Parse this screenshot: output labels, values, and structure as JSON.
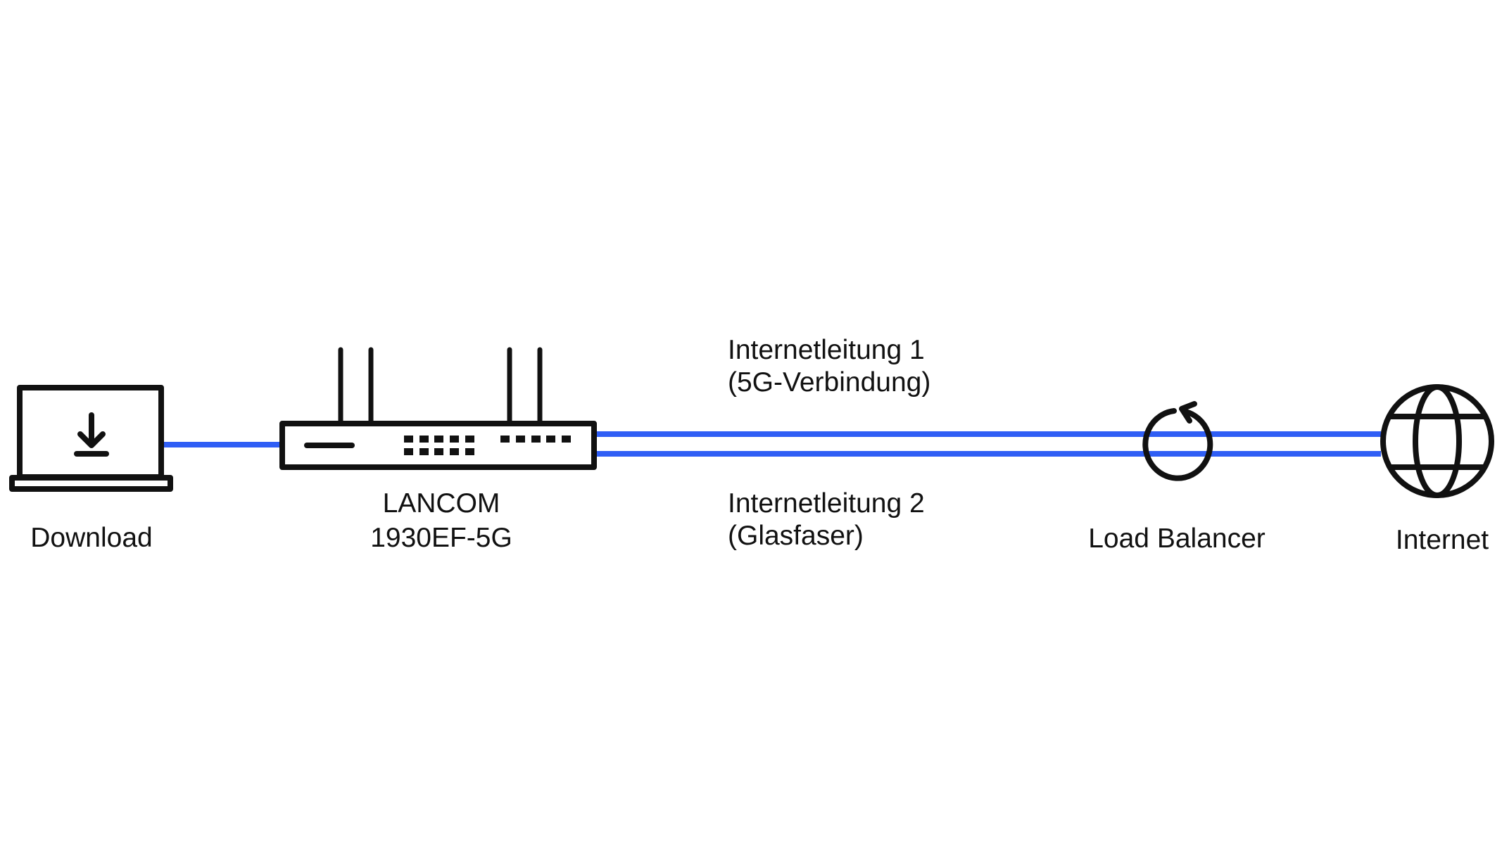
{
  "diagram": {
    "type": "network-topology",
    "link_color": "#2F5EF5",
    "icon_color": "#111111",
    "background": "#FFFFFF",
    "nodes": {
      "download": {
        "label": "Download",
        "icon": "laptop-download-icon"
      },
      "router": {
        "label_line1": "LANCOM",
        "label_line2": "1930EF-5G",
        "icon": "router-icon"
      },
      "load_balancer": {
        "label": "Load Balancer",
        "icon": "refresh-cycle-icon"
      },
      "internet": {
        "label": "Internet",
        "icon": "globe-icon"
      }
    },
    "links": [
      {
        "from": "download",
        "to": "router",
        "label_line1": "",
        "label_line2": ""
      },
      {
        "from": "router",
        "to": "internet",
        "via": "load_balancer",
        "label_line1": "Internetleitung 1",
        "label_line2": "(5G-Verbindung)"
      },
      {
        "from": "router",
        "to": "internet",
        "via": "load_balancer",
        "label_line1": "Internetleitung 2",
        "label_line2": "(Glasfaser)"
      }
    ]
  }
}
